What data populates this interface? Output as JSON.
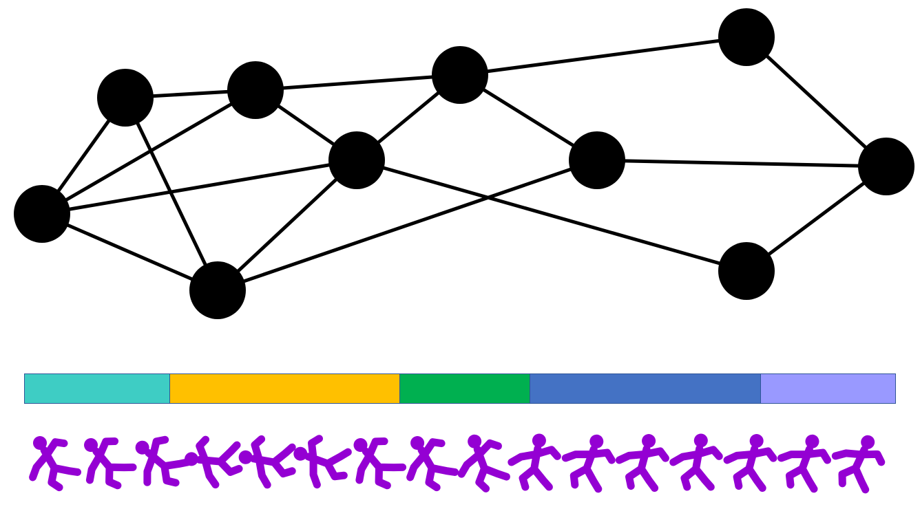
{
  "graph": {
    "node_color": "#000000",
    "edge_color": "#000000",
    "nodes": [
      {
        "id": "n1"
      },
      {
        "id": "n2"
      },
      {
        "id": "n3"
      },
      {
        "id": "n4"
      },
      {
        "id": "n5"
      },
      {
        "id": "n6"
      },
      {
        "id": "n7"
      },
      {
        "id": "n8"
      },
      {
        "id": "n9"
      },
      {
        "id": "n10"
      },
      {
        "id": "n11"
      }
    ],
    "edges": [
      [
        "n1",
        "n2"
      ],
      [
        "n1",
        "n3"
      ],
      [
        "n1",
        "n5"
      ],
      [
        "n1",
        "n4"
      ],
      [
        "n2",
        "n3"
      ],
      [
        "n2",
        "n4"
      ],
      [
        "n3",
        "n6"
      ],
      [
        "n3",
        "n5"
      ],
      [
        "n4",
        "n5"
      ],
      [
        "n4",
        "n7"
      ],
      [
        "n5",
        "n6"
      ],
      [
        "n5",
        "n9"
      ],
      [
        "n6",
        "n7"
      ],
      [
        "n6",
        "n8"
      ],
      [
        "n7",
        "n10"
      ],
      [
        "n8",
        "n10"
      ],
      [
        "n10",
        "n9"
      ]
    ]
  },
  "segments": [
    {
      "name": "segment-1",
      "color": "#3ecdc4",
      "fraction": 0.1667
    },
    {
      "name": "segment-2",
      "color": "#ffc000",
      "fraction": 0.2643
    },
    {
      "name": "segment-3",
      "color": "#00b050",
      "fraction": 0.1493
    },
    {
      "name": "segment-4",
      "color": "#4472c4",
      "fraction": 0.2646
    },
    {
      "name": "segment-5",
      "color": "#9999ff",
      "fraction": 0.1551
    }
  ],
  "figures": {
    "color": "#9400d3",
    "count": 16,
    "tilts_deg": [
      -30,
      -40,
      -50,
      -85,
      -80,
      -70,
      -40,
      -30,
      -20,
      10,
      20,
      15,
      10,
      15,
      20,
      25
    ]
  }
}
